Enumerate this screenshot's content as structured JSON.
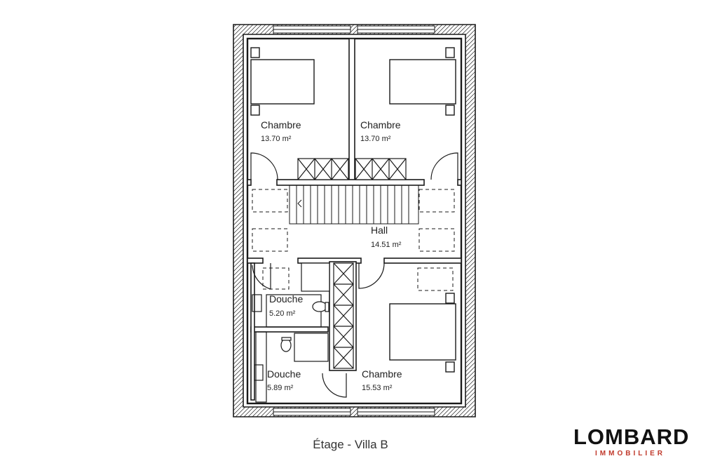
{
  "colors": {
    "wall": "#1a1a1a",
    "accent": "#c0392b"
  },
  "rooms": [
    {
      "id": "chambre-1",
      "name": "Chambre",
      "area": "13.70 m²"
    },
    {
      "id": "chambre-2",
      "name": "Chambre",
      "area": "13.70 m²"
    },
    {
      "id": "hall",
      "name": "Hall",
      "area": "14.51 m²"
    },
    {
      "id": "douche-1",
      "name": "Douche",
      "area": "5.20 m²"
    },
    {
      "id": "douche-2",
      "name": "Douche",
      "area": "5.89 m²"
    },
    {
      "id": "chambre-3",
      "name": "Chambre",
      "area": "15.53 m²"
    }
  ],
  "caption": "Étage - Villa B",
  "logo": {
    "name": "LOMBARD",
    "tagline": "IMMOBILIER"
  }
}
